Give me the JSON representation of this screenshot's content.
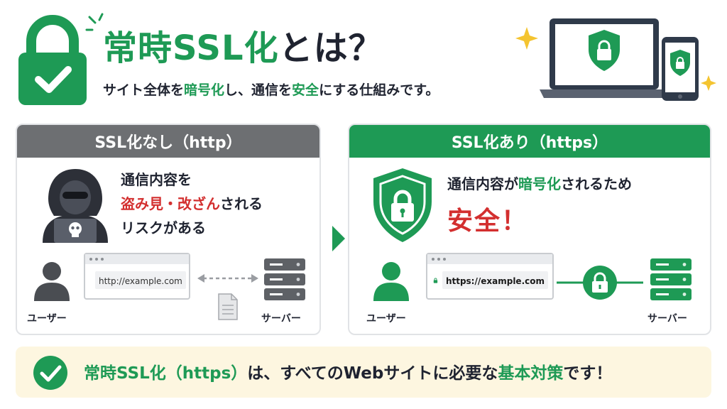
{
  "header": {
    "title_green": "常時SSL化",
    "title_rest": "とは？",
    "subtitle_parts": [
      "サイト全体を",
      "暗号化",
      "し、通信を",
      "安全",
      "にする仕組みです。"
    ]
  },
  "left_panel": {
    "heading": "SSL化なし（http）",
    "msg_line1": "通信内容を",
    "msg_red": "盗み見・改ざん",
    "msg_line2_rest": "される",
    "msg_line3": "リスクがある",
    "url": "http://example.com",
    "user_label": "ユーザー",
    "server_label": "サーバー"
  },
  "right_panel": {
    "heading": "SSL化あり（https）",
    "msg_pre": "通信内容が",
    "msg_green": "暗号化",
    "msg_post": "されるため",
    "safe": "安全！",
    "url": "https://example.com",
    "user_label": "ユーザー",
    "server_label": "サーバー"
  },
  "banner": {
    "green1": "常時SSL化（https）",
    "mid": "は、すべてのWebサイトに必要な",
    "green2": "基本対策",
    "end": "です！"
  },
  "colors": {
    "brand_green": "#1e9a55",
    "gray_header": "#6d6f72",
    "alert_red": "#d32f2f",
    "banner_bg": "#fdf6e0"
  },
  "icons": [
    "padlock-check-icon",
    "sparkle-icon",
    "laptop-shield-icon",
    "phone-shield-icon",
    "hacker-icon",
    "skull-icon",
    "user-icon",
    "server-icon",
    "document-icon",
    "info-icon",
    "shield-lock-icon",
    "lock-icon",
    "arrow-right-icon",
    "check-circle-icon"
  ]
}
